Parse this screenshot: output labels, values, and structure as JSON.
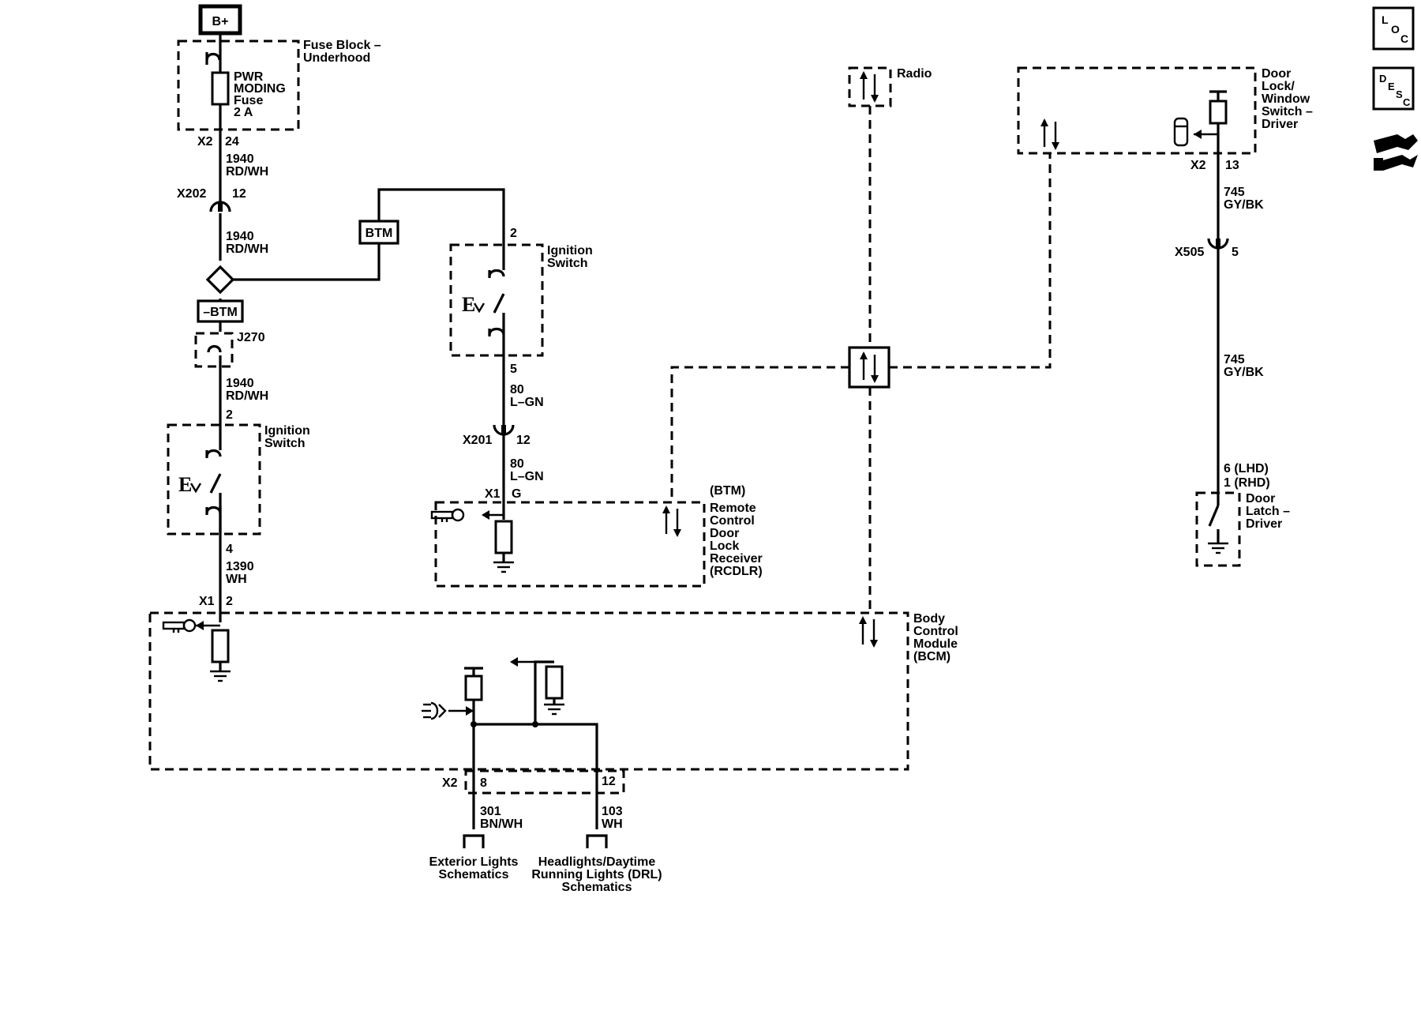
{
  "power": {
    "bplus": "B+"
  },
  "fuse_block": {
    "title1": "Fuse Block –",
    "title2": "Underhood",
    "fuse": [
      "PWR",
      "MODING",
      "Fuse",
      "2 A"
    ],
    "conn": "X2",
    "pin": "24"
  },
  "wire_1940a": {
    "num": "1940",
    "color": "RD/WH"
  },
  "x202": {
    "conn": "X202",
    "pin": "12"
  },
  "wire_1940b": {
    "num": "1940",
    "color": "RD/WH"
  },
  "btm_box": "BTM",
  "minus_btm": "–BTM",
  "j270": "J270",
  "wire_1940c": {
    "num": "1940",
    "color": "RD/WH"
  },
  "ign_switch_left": {
    "name1": "Ignition",
    "name2": "Switch",
    "pin_top": "2",
    "pin_bot": "4"
  },
  "wire_1390": {
    "num": "1390",
    "color": "WH"
  },
  "bcm_pin": {
    "conn": "X1",
    "pin": "2"
  },
  "ign_switch_mid": {
    "name1": "Ignition",
    "name2": "Switch",
    "pin_top": "2",
    "pin_bot": "5"
  },
  "wire_80a": {
    "num": "80",
    "color": "L–GN"
  },
  "x201": {
    "conn": "X201",
    "pin": "12"
  },
  "wire_80b": {
    "num": "80",
    "color": "L–GN"
  },
  "rcdlr": {
    "conn": "X1",
    "pin": "G",
    "lines": [
      "(BTM)",
      "Remote",
      "Control",
      "Door",
      "Lock",
      "Receiver",
      "(RCDLR)"
    ]
  },
  "radio": "Radio",
  "door_switch": {
    "lines": [
      "Door",
      "Lock/",
      "Window",
      "Switch –",
      "Driver"
    ],
    "conn": "X2",
    "pin": "13"
  },
  "wire_745a": {
    "num": "745",
    "color": "GY/BK"
  },
  "x505": {
    "conn": "X505",
    "pin": "5"
  },
  "wire_745b": {
    "num": "745",
    "color": "GY/BK"
  },
  "door_latch": {
    "pin1": "6 (LHD)",
    "pin2": "1 (RHD)",
    "lines": [
      "Door",
      "Latch –",
      "Driver"
    ]
  },
  "bcm": {
    "lines": [
      "Body",
      "Control",
      "Module",
      "(BCM)"
    ],
    "conn": "X2",
    "pin8": "8",
    "pin12": "12"
  },
  "wire_301": {
    "num": "301",
    "color": "BN/WH"
  },
  "wire_103": {
    "num": "103",
    "color": "WH"
  },
  "ref_exterior": [
    "Exterior Lights",
    "Schematics"
  ],
  "ref_headlights": [
    "Headlights/Daytime",
    "Running Lights (DRL)",
    "Schematics"
  ],
  "side_icons": {
    "loc": [
      "L",
      "O",
      "C"
    ],
    "desc": [
      "D",
      "E",
      "S",
      "C"
    ],
    "icon3": "service-tools-icon"
  }
}
